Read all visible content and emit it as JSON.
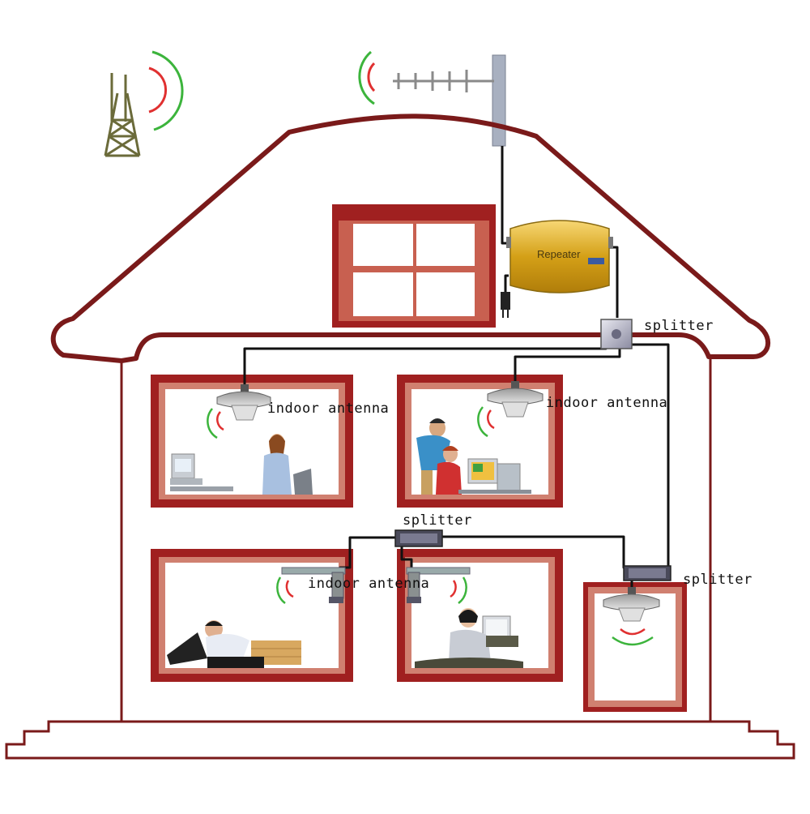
{
  "labels": {
    "repeater": "Repeater",
    "splitter_top": "splitter",
    "splitter_mid": "splitter",
    "splitter_right": "splitter",
    "antenna_room1": "indoor antenna",
    "antenna_room2": "indoor antenna",
    "antenna_room34": "indoor antenna"
  },
  "colors": {
    "house_outline": "#7a1a1a",
    "window_frame": "#a02020",
    "cable": "#111111",
    "signal_red": "#e03030",
    "signal_green": "#3cb43c",
    "repeater_gold": "#d4a017"
  }
}
